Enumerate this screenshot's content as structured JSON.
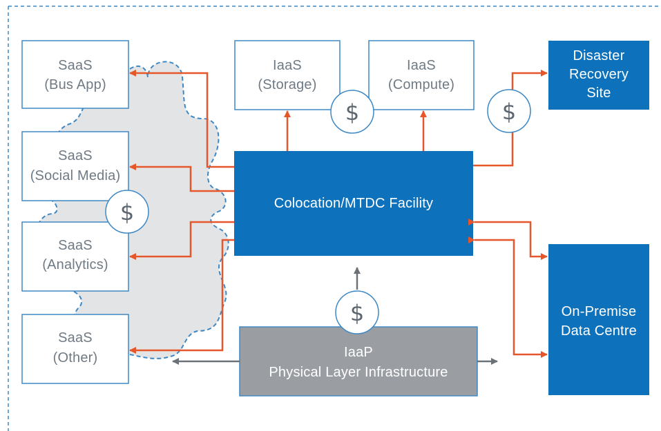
{
  "colors": {
    "border_blue": "#3d88c4",
    "box_fill_blue": "#0d72bb",
    "arrow_orange": "#e5562a",
    "arrow_gray": "#6b7177",
    "cloud_fill": "#e3e4e6",
    "infra_fill": "#9a9ea3",
    "text_gray": "#6f7a84"
  },
  "icons": {
    "currency_symbol": "$"
  },
  "saas": {
    "bus_app": {
      "line1": "SaaS",
      "line2": "(Bus App)"
    },
    "social": {
      "line1": "SaaS",
      "line2": "(Social Media)"
    },
    "analytics": {
      "line1": "SaaS",
      "line2": "(Analytics)"
    },
    "other": {
      "line1": "SaaS",
      "line2": "(Other)"
    }
  },
  "iaas": {
    "storage": {
      "line1": "IaaS",
      "line2": "(Storage)"
    },
    "compute": {
      "line1": "IaaS",
      "line2": "(Compute)"
    }
  },
  "disaster_recovery": {
    "line1": "Disaster",
    "line2": "Recovery",
    "line3": "Site"
  },
  "colocation": {
    "label": "Colocation/MTDC Facility"
  },
  "on_premise": {
    "line1": "On-Premise",
    "line2": "Data Centre"
  },
  "infrastructure": {
    "line1": "IaaP",
    "line2": "Physical Layer Infrastructure"
  }
}
